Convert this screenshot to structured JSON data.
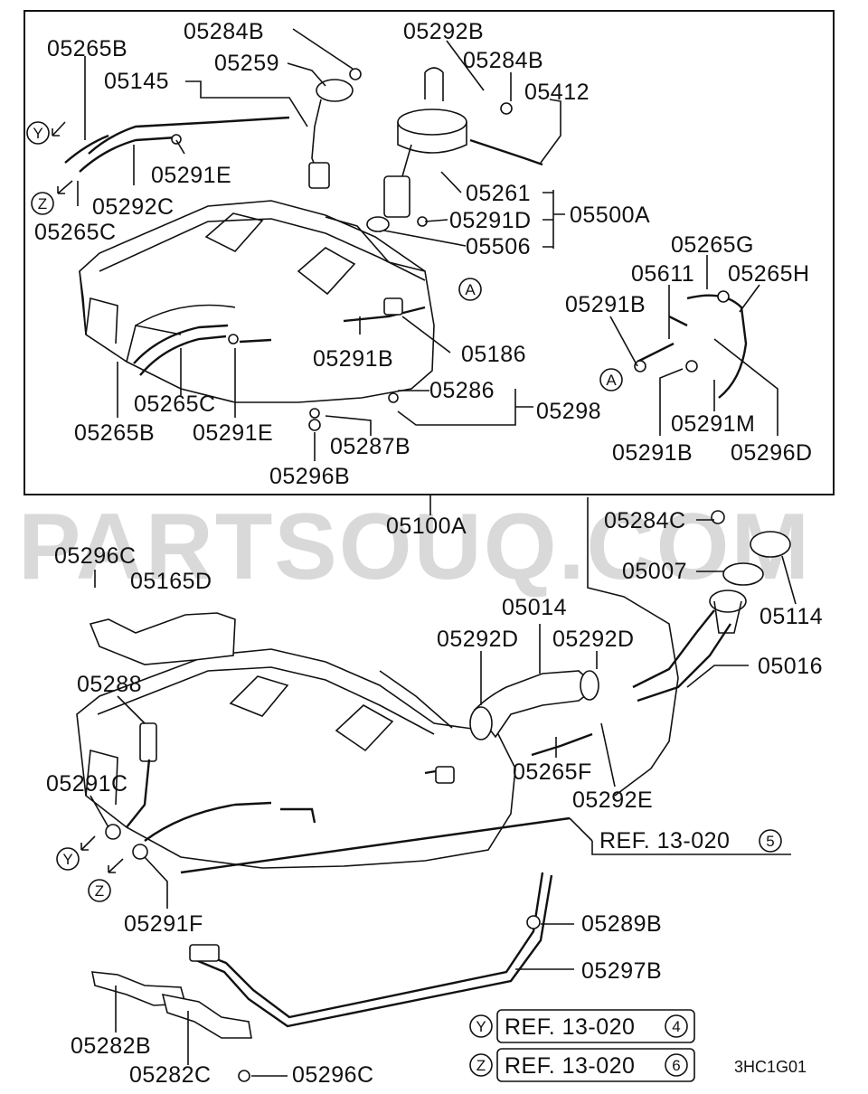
{
  "watermark": "PARTSOUQ.COM",
  "figure_code": "3HC1G01",
  "labels": {
    "l05265B_a": "05265B",
    "l05284B_a": "05284B",
    "l05292B": "05292B",
    "l05145": "05145",
    "l05259": "05259",
    "l05284B_b": "05284B",
    "l05412": "05412",
    "l05291E_a": "05291E",
    "l05292C": "05292C",
    "l05261": "05261",
    "l05265C_a": "05265C",
    "l05291D": "05291D",
    "l05500A": "05500A",
    "l05506": "05506",
    "l05265G": "05265G",
    "l05611": "05611",
    "l05265H": "05265H",
    "l05291B_a": "05291B",
    "l05291B_b": "05291B",
    "l05186": "05186",
    "l05286": "05286",
    "l05265C_b": "05265C",
    "l05298": "05298",
    "l05291M": "05291M",
    "l05265B_b": "05265B",
    "l05291E_b": "05291E",
    "l05287B": "05287B",
    "l05291B_c": "05291B",
    "l05296D": "05296D",
    "l05296B": "05296B",
    "l05100A": "05100A",
    "l05284C": "05284C",
    "l05296C_a": "05296C",
    "l05007": "05007",
    "l05165D": "05165D",
    "l05014": "05014",
    "l05114": "05114",
    "l05292D_a": "05292D",
    "l05292D_b": "05292D",
    "l05016": "05016",
    "l05288": "05288",
    "l05291C": "05291C",
    "l05265F": "05265F",
    "l05292E": "05292E",
    "l05291F": "05291F",
    "l05289B": "05289B",
    "l05297B": "05297B",
    "l05282B": "05282B",
    "l05282C": "05282C",
    "l05296C_b": "05296C"
  },
  "markers": {
    "y_top": "Y",
    "z_top": "Z",
    "a_top": "A",
    "a_right": "A",
    "y_bottom": "Y",
    "z_bottom": "Z",
    "y_ref": "Y",
    "z_ref": "Z"
  },
  "refs": {
    "ref5_text": "REF. 13-020",
    "ref5_num": "5",
    "ref4_text": "REF. 13-020",
    "ref4_num": "4",
    "ref6_text": "REF. 13-020",
    "ref6_num": "6"
  }
}
